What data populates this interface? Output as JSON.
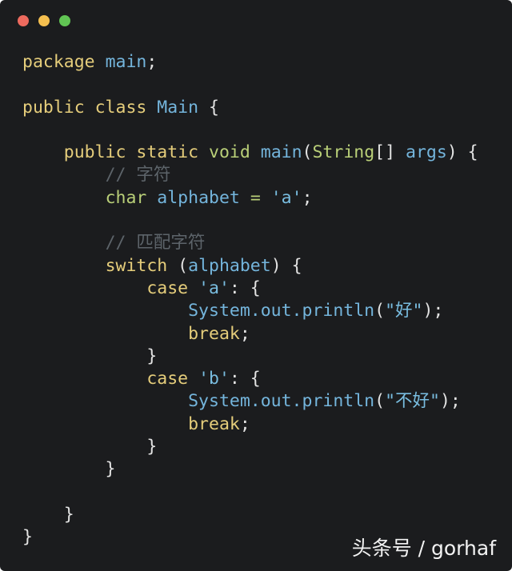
{
  "window": {
    "controls": [
      {
        "name": "close",
        "color": "#ed6a5e"
      },
      {
        "name": "minimize",
        "color": "#f5bf4f"
      },
      {
        "name": "maximize",
        "color": "#61c554"
      }
    ]
  },
  "colors": {
    "background": "#1b1c1e",
    "keyword": "#e5cd7b",
    "identifier": "#74b5dc",
    "type": "#b9cf78",
    "string": "#79bde0",
    "comment": "#5d646a",
    "punctuation": "#e2e2e2"
  },
  "code": {
    "language": "java",
    "lines": [
      [
        {
          "t": "kw",
          "v": "package"
        },
        {
          "t": "pn",
          "v": " "
        },
        {
          "t": "id",
          "v": "main"
        },
        {
          "t": "pn",
          "v": ";"
        }
      ],
      [],
      [
        {
          "t": "kw",
          "v": "public class"
        },
        {
          "t": "pn",
          "v": " "
        },
        {
          "t": "id",
          "v": "Main"
        },
        {
          "t": "pn",
          "v": " {"
        }
      ],
      [],
      [
        {
          "t": "pn",
          "v": "    "
        },
        {
          "t": "kw",
          "v": "public static"
        },
        {
          "t": "pn",
          "v": " "
        },
        {
          "t": "ty",
          "v": "void"
        },
        {
          "t": "pn",
          "v": " "
        },
        {
          "t": "id",
          "v": "main"
        },
        {
          "t": "pn",
          "v": "("
        },
        {
          "t": "ty",
          "v": "String"
        },
        {
          "t": "pn",
          "v": "[] "
        },
        {
          "t": "id",
          "v": "args"
        },
        {
          "t": "pn",
          "v": ") {"
        }
      ],
      [
        {
          "t": "pn",
          "v": "        "
        },
        {
          "t": "cm",
          "v": "// 字符"
        }
      ],
      [
        {
          "t": "pn",
          "v": "        "
        },
        {
          "t": "ty",
          "v": "char"
        },
        {
          "t": "pn",
          "v": " "
        },
        {
          "t": "id",
          "v": "alphabet"
        },
        {
          "t": "pn",
          "v": " "
        },
        {
          "t": "ty",
          "v": "="
        },
        {
          "t": "pn",
          "v": " "
        },
        {
          "t": "str",
          "v": "'a'"
        },
        {
          "t": "pn",
          "v": ";"
        }
      ],
      [],
      [
        {
          "t": "pn",
          "v": "        "
        },
        {
          "t": "cm",
          "v": "// 匹配字符"
        }
      ],
      [
        {
          "t": "pn",
          "v": "        "
        },
        {
          "t": "kw",
          "v": "switch"
        },
        {
          "t": "pn",
          "v": " ("
        },
        {
          "t": "id",
          "v": "alphabet"
        },
        {
          "t": "pn",
          "v": ") {"
        }
      ],
      [
        {
          "t": "pn",
          "v": "            "
        },
        {
          "t": "kw",
          "v": "case"
        },
        {
          "t": "pn",
          "v": " "
        },
        {
          "t": "str",
          "v": "'a'"
        },
        {
          "t": "pn",
          "v": ": {"
        }
      ],
      [
        {
          "t": "pn",
          "v": "                "
        },
        {
          "t": "id",
          "v": "System.out.println"
        },
        {
          "t": "pn",
          "v": "("
        },
        {
          "t": "str",
          "v": "\"好\""
        },
        {
          "t": "pn",
          "v": ");"
        }
      ],
      [
        {
          "t": "pn",
          "v": "                "
        },
        {
          "t": "kw",
          "v": "break"
        },
        {
          "t": "pn",
          "v": ";"
        }
      ],
      [
        {
          "t": "pn",
          "v": "            }"
        }
      ],
      [
        {
          "t": "pn",
          "v": "            "
        },
        {
          "t": "kw",
          "v": "case"
        },
        {
          "t": "pn",
          "v": " "
        },
        {
          "t": "str",
          "v": "'b'"
        },
        {
          "t": "pn",
          "v": ": {"
        }
      ],
      [
        {
          "t": "pn",
          "v": "                "
        },
        {
          "t": "id",
          "v": "System.out.println"
        },
        {
          "t": "pn",
          "v": "("
        },
        {
          "t": "str",
          "v": "\"不好\""
        },
        {
          "t": "pn",
          "v": ");"
        }
      ],
      [
        {
          "t": "pn",
          "v": "                "
        },
        {
          "t": "kw",
          "v": "break"
        },
        {
          "t": "pn",
          "v": ";"
        }
      ],
      [
        {
          "t": "pn",
          "v": "            }"
        }
      ],
      [
        {
          "t": "pn",
          "v": "        }"
        }
      ],
      [],
      [
        {
          "t": "pn",
          "v": "    }"
        }
      ],
      [
        {
          "t": "pn",
          "v": "}"
        }
      ]
    ]
  },
  "watermark": {
    "text": "头条号 / gorhaf"
  }
}
